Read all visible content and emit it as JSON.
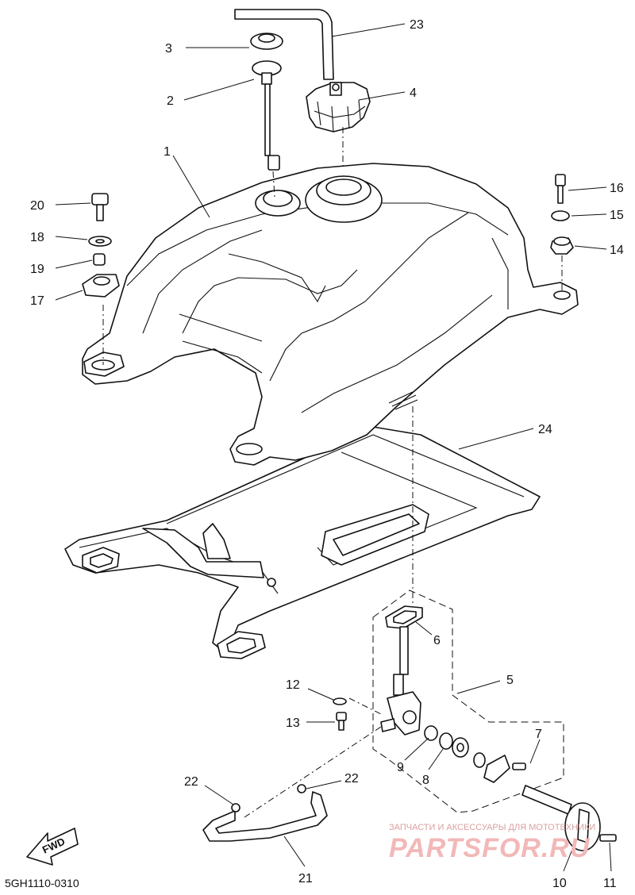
{
  "diagram_code": "5GH1110-0310",
  "fwd_label": "FWD",
  "watermark": {
    "line1": "ЗАПЧАСТИ И АКСЕССУАРЫ ДЛЯ МОТОТЕХНИКИ",
    "line2": "PARTSFOR.RU"
  },
  "callouts": {
    "1": "1",
    "2": "2",
    "3": "3",
    "4": "4",
    "5": "5",
    "6": "6",
    "7": "7",
    "8": "8",
    "9": "9",
    "10": "10",
    "11": "11",
    "12": "12",
    "13": "13",
    "14": "14",
    "15": "15",
    "16": "16",
    "17": "17",
    "18": "18",
    "19": "19",
    "20": "20",
    "21": "21",
    "22a": "22",
    "22b": "22",
    "23": "23",
    "24": "24"
  }
}
